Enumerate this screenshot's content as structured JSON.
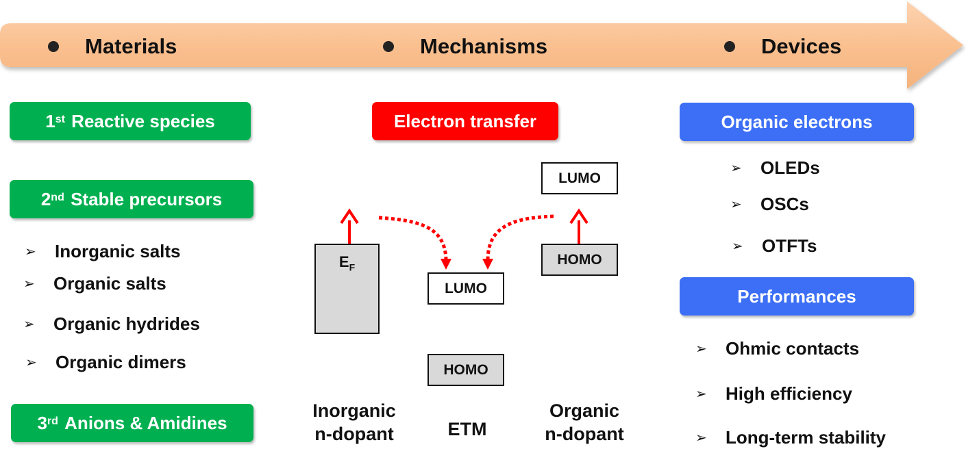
{
  "header": {
    "items": [
      {
        "label": "Materials"
      },
      {
        "label": "Mechanisms"
      },
      {
        "label": "Devices"
      }
    ]
  },
  "materials": {
    "tag1": {
      "sup": "st",
      "num": "1",
      "label": "Reactive species"
    },
    "tag2": {
      "sup": "nd",
      "num": "2",
      "label": "Stable precursors"
    },
    "list": [
      "Inorganic salts",
      "Organic salts",
      "Organic hydrides",
      "Organic dimers"
    ],
    "tag3": {
      "sup": "rd",
      "num": "3",
      "label": "Anions & Amidines"
    }
  },
  "mechanisms": {
    "tag": "Electron transfer",
    "fermi": {
      "main": "E",
      "sub": "F"
    },
    "etm_lumo": "LUMO",
    "etm_homo": "HOMO",
    "org_lumo": "LUMO",
    "org_homo": "HOMO",
    "captions": [
      "Inorganic\nn-dopant",
      "ETM",
      "Organic\nn-dopant"
    ]
  },
  "devices": {
    "tag1": "Organic electrons",
    "list1": [
      "OLEDs",
      "OSCs",
      "OTFTs"
    ],
    "tag2": "Performances",
    "list2": [
      "Ohmic contacts",
      "High efficiency",
      "Long-term stability"
    ]
  },
  "colors": {
    "arrow": "#fac090",
    "green": "#00b050",
    "red": "#ff0000",
    "blue": "#3c6ff5",
    "level_fill": "#d9d9d9"
  },
  "icons": {
    "bullet": "filled-circle",
    "list_marker": "arrowhead-chevron"
  }
}
